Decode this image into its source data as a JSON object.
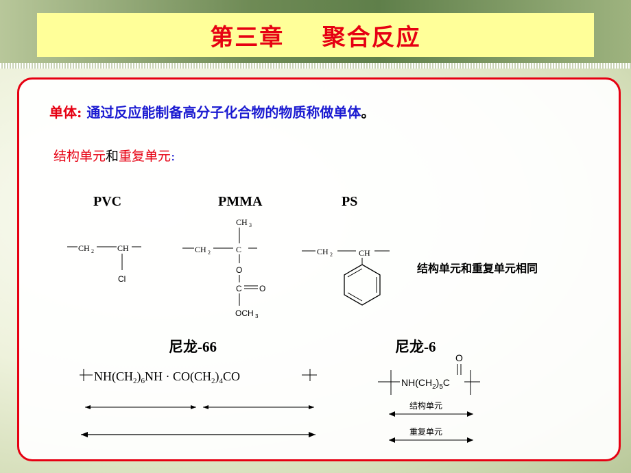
{
  "title": "第三章    聚合反应",
  "definition": {
    "term": "单体",
    "colon": ":",
    "text": "通过反应能制备高分子化合物的物质称做单体",
    "end": "。"
  },
  "subheading": {
    "part1": "结构单元",
    "part2": "和",
    "part3": "重复单元",
    "colon": ":"
  },
  "polymers": {
    "pvc": "PVC",
    "pmma": "PMMA",
    "ps": "PS",
    "nylon66": "尼龙-66",
    "nylon6": "尼龙-6"
  },
  "same_note": "结构单元和重复单元相同",
  "labels": {
    "structural_unit": "结构单元",
    "repeat_unit": "重复单元"
  },
  "atoms": {
    "ch2": "CH",
    "ch": "CH",
    "c": "C",
    "cl": "Cl",
    "ch3": "CH",
    "o": "O",
    "och3": "OCH",
    "nh": "NH(CH",
    "nylon66_formula": "NH(CH2)6NH · CO(CH2)4CO"
  },
  "colors": {
    "accent_red": "#e60012",
    "text_blue": "#1b1bd1",
    "title_bg": "#ffff99"
  }
}
